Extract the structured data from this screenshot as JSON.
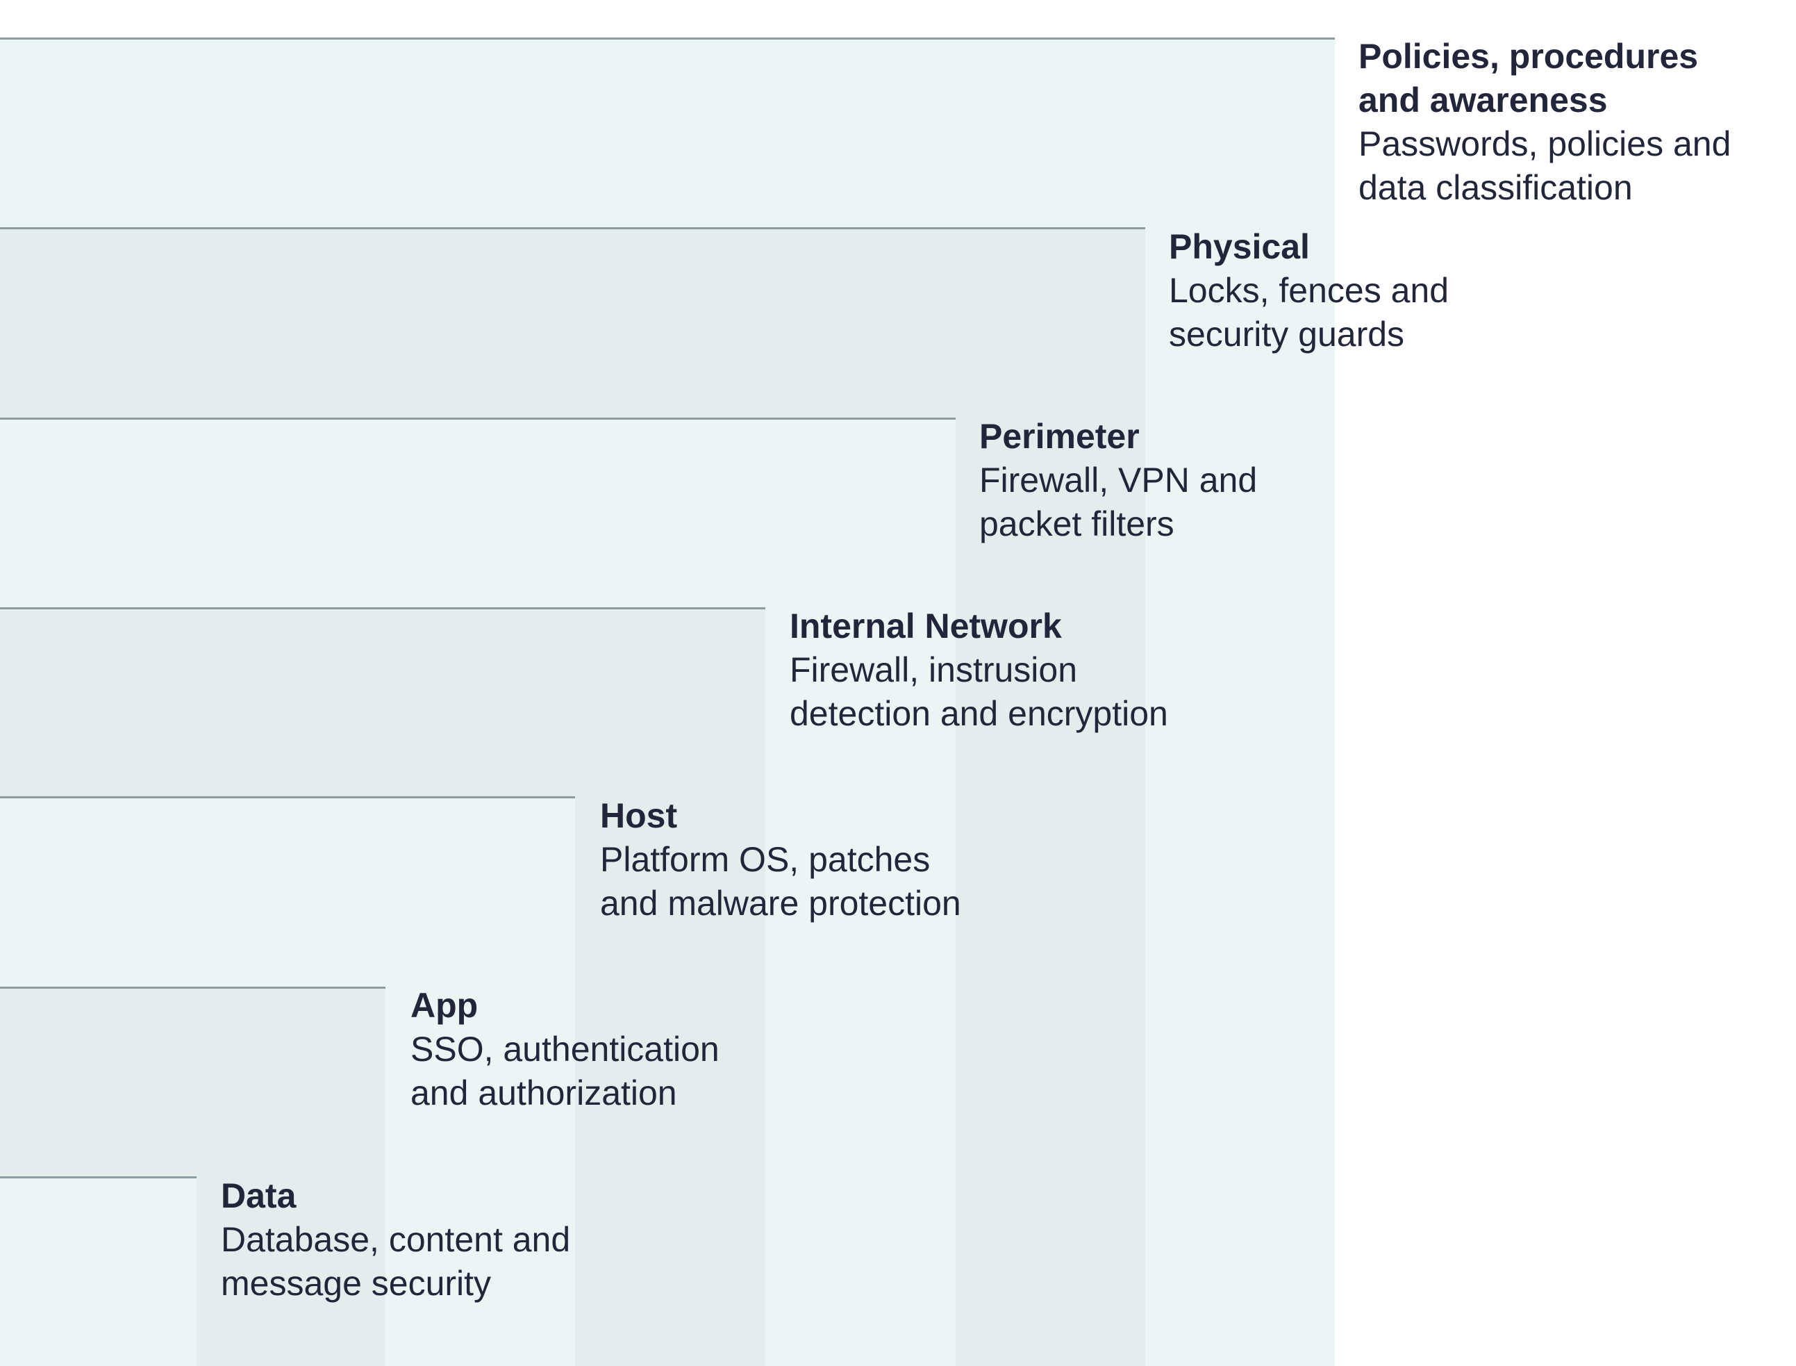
{
  "layers": [
    {
      "title": "Policies, procedures",
      "title2": "and awareness",
      "desc1": "Passwords, policies and",
      "desc2": "data classification"
    },
    {
      "title": "Physical",
      "desc1": "Locks, fences and",
      "desc2": "security guards"
    },
    {
      "title": "Perimeter",
      "desc1": "Firewall, VPN and",
      "desc2": "packet filters"
    },
    {
      "title": "Internal Network",
      "desc1": "Firewall, instrusion",
      "desc2": "detection and encryption"
    },
    {
      "title": "Host",
      "desc1": "Platform OS, patches",
      "desc2": "and malware protection"
    },
    {
      "title": "App",
      "desc1": "SSO, authentication",
      "desc2": "and authorization"
    },
    {
      "title": "Data",
      "desc1": "Database, content and",
      "desc2": "message security"
    }
  ]
}
